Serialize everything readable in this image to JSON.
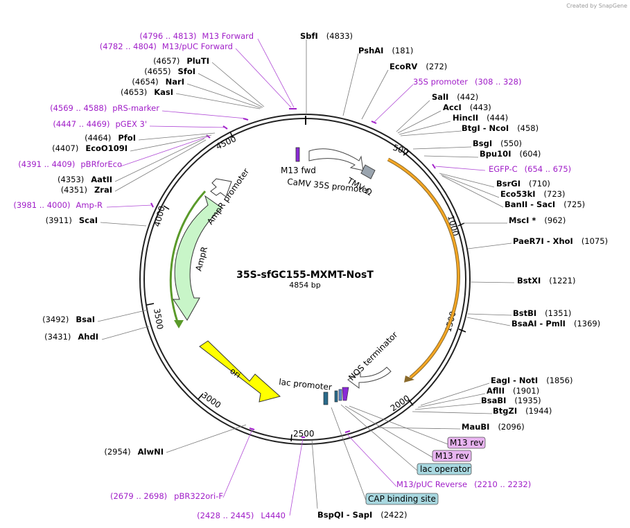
{
  "plasmid": {
    "name": "35S-sfGC155-MXMT-NosT",
    "size": "4854 bp"
  },
  "credit": "Created by SnapGene",
  "ticks": [
    "500",
    "1000",
    "1500",
    "2000",
    "2500",
    "3000",
    "3500",
    "4000",
    "4500"
  ],
  "enzymes": [
    {
      "name": "SbfI",
      "pos": "(4833)"
    },
    {
      "name": "PshAI",
      "pos": "(181)"
    },
    {
      "name": "EcoRV",
      "pos": "(272)"
    },
    {
      "name": "SalI",
      "pos": "(442)"
    },
    {
      "name": "AccI",
      "pos": "(443)"
    },
    {
      "name": "HincII",
      "pos": "(444)"
    },
    {
      "name": "BtgI - NcoI",
      "pos": "(458)"
    },
    {
      "name": "BsgI",
      "pos": "(550)"
    },
    {
      "name": "Bpu10I",
      "pos": "(604)"
    },
    {
      "name": "BsrGI",
      "pos": "(710)"
    },
    {
      "name": "Eco53kI",
      "pos": "(723)"
    },
    {
      "name": "BanII - SacI",
      "pos": "(725)"
    },
    {
      "name": "MscI *",
      "pos": "(962)"
    },
    {
      "name": "PaeR7I - XhoI",
      "pos": "(1075)"
    },
    {
      "name": "BstXI",
      "pos": "(1221)"
    },
    {
      "name": "BstBI",
      "pos": "(1351)"
    },
    {
      "name": "BsaAI - PmlI",
      "pos": "(1369)"
    },
    {
      "name": "EagI - NotI",
      "pos": "(1856)"
    },
    {
      "name": "AflII",
      "pos": "(1901)"
    },
    {
      "name": "BsaBI",
      "pos": "(1935)"
    },
    {
      "name": "BtgZI",
      "pos": "(1944)"
    },
    {
      "name": "MauBI",
      "pos": "(2096)"
    },
    {
      "name": "BspQI - SapI",
      "pos": "(2422)"
    },
    {
      "name": "AlwNI",
      "pos": "(2954)"
    },
    {
      "name": "AhdI",
      "pos": "(3431)"
    },
    {
      "name": "BsaI",
      "pos": "(3492)"
    },
    {
      "name": "ScaI",
      "pos": "(3911)"
    },
    {
      "name": "ZraI",
      "pos": "(4351)"
    },
    {
      "name": "AatII",
      "pos": "(4353)"
    },
    {
      "name": "EcoO109I",
      "pos": "(4407)"
    },
    {
      "name": "PfoI",
      "pos": "(4464)"
    },
    {
      "name": "KasI",
      "pos": "(4653)"
    },
    {
      "name": "NarI",
      "pos": "(4654)"
    },
    {
      "name": "SfoI",
      "pos": "(4655)"
    },
    {
      "name": "PluTI",
      "pos": "(4657)"
    }
  ],
  "primers": [
    {
      "name": "M13 Forward",
      "range": "(4796 .. 4813)"
    },
    {
      "name": "M13/pUC Forward",
      "range": "(4782 .. 4804)"
    },
    {
      "name": "35S promoter",
      "range": "(308 .. 328)"
    },
    {
      "name": "EGFP-C",
      "range": "(654 .. 675)"
    },
    {
      "name": "M13/pUC Reverse",
      "range": "(2210 .. 2232)"
    },
    {
      "name": "pBR322ori-F",
      "range": "(2679 .. 2698)"
    },
    {
      "name": "L4440",
      "range": "(2428 .. 2445)"
    },
    {
      "name": "Amp-R",
      "range": "(3981 .. 4000)"
    },
    {
      "name": "pBRforEco",
      "range": "(4391 .. 4409)"
    },
    {
      "name": "pGEX 3'",
      "range": "(4447 .. 4469)"
    },
    {
      "name": "pRS-marker",
      "range": "(4569 .. 4588)"
    }
  ],
  "boxes": [
    "M13 rev",
    "M13 rev",
    "lac operator",
    "CAP binding site"
  ],
  "features": [
    "M13 fwd",
    "CaMV 35S promoter",
    "TMV Ω",
    "AmpR promoter",
    "AmpR",
    "ori",
    "lac promoter",
    "NOS terminator"
  ],
  "colors": {
    "backbone": "#222222",
    "amp": "#c8f5c8",
    "ori": "#ffff00",
    "orange": "#f5a623",
    "primer": "#a01ec8",
    "box_purple": "#e8b4f0",
    "box_blue": "#a8d8e0"
  }
}
